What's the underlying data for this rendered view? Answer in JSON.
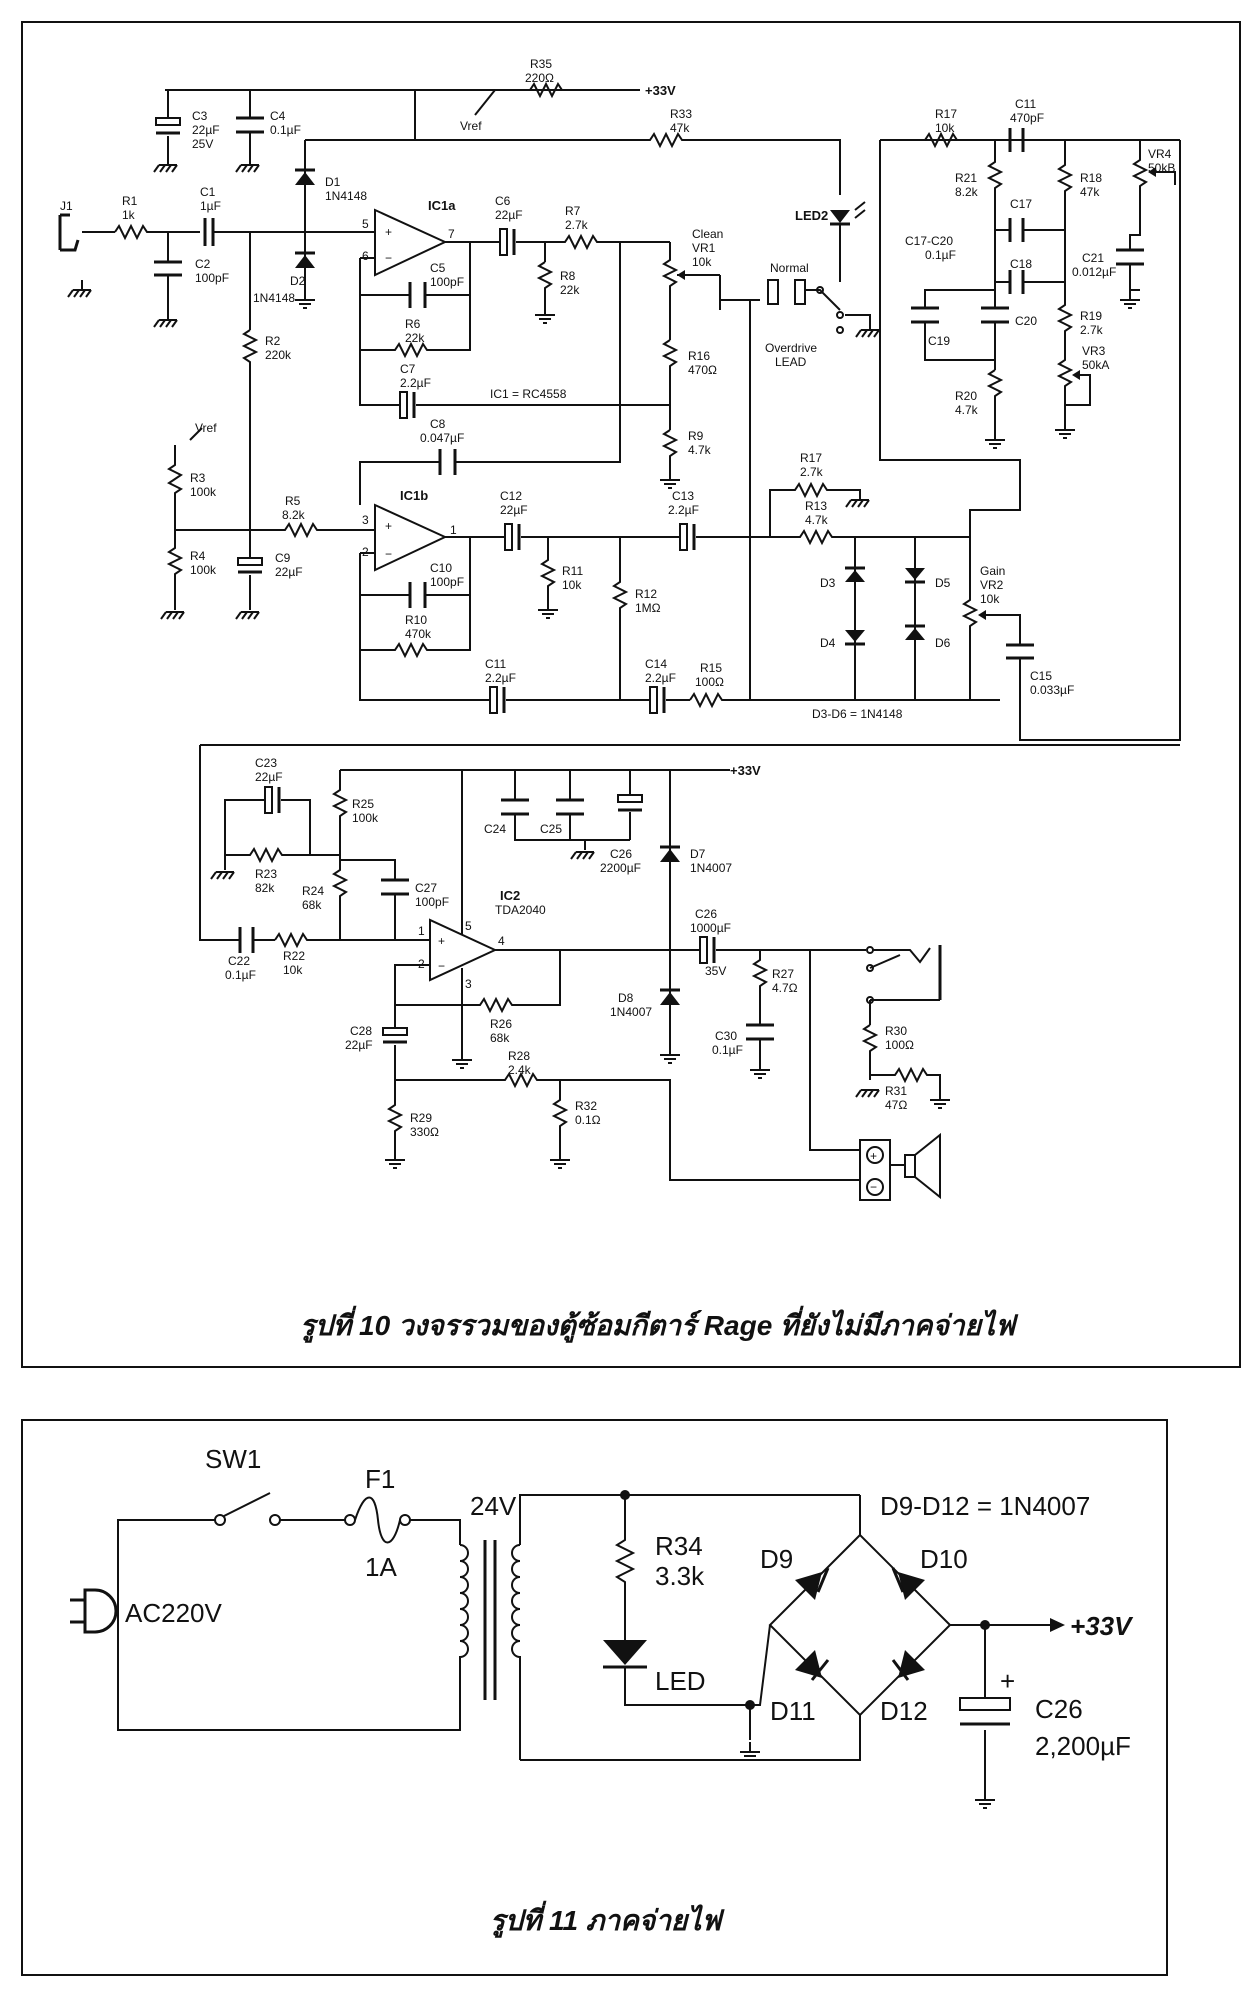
{
  "fig10": {
    "caption": "รูปที่ 10 วงจรรวมของตู้ซ้อมกีตาร์ Rage ที่ยังไม่มีภาคจ่ายไฟ",
    "components": {
      "J1": "J1",
      "R1": "R1",
      "R1v": "1k",
      "C1": "C1",
      "C1v": "1µF",
      "C2": "C2",
      "C2v": "100pF",
      "C3": "C3",
      "C3v": "22µF",
      "C3v2": "25V",
      "C4": "C4",
      "C4v": "0.1µF",
      "D1": "D1",
      "D1v": "1N4148",
      "D2": "D2",
      "D2v": "1N4148",
      "R2": "R2",
      "R2v": "220k",
      "R3": "R3",
      "R3v": "100k",
      "R4": "R4",
      "R4v": "100k",
      "R5": "R5",
      "R5v": "8.2k",
      "C9": "C9",
      "C9v": "22µF",
      "R35": "R35",
      "R35v": "220Ω",
      "vref1": "Vref",
      "vref2": "Vref",
      "plus33_a": "+33V",
      "R33": "R33",
      "R33v": "47k",
      "IC1a": "IC1a",
      "C5": "C5",
      "C5v": "100pF",
      "R6": "R6",
      "R6v": "22k",
      "C7": "C7",
      "C7v": "2.2µF",
      "C6": "C6",
      "C6v": "22µF",
      "R7": "R7",
      "R7v": "2.7k",
      "R8": "R8",
      "R8v": "22k",
      "clean": "Clean",
      "VR1": "VR1",
      "VR1v": "10k",
      "normal": "Normal",
      "overdrive": "Overdrive",
      "lead": "LEAD",
      "LED2": "LED2",
      "R16": "R16",
      "R16v": "470Ω",
      "R9": "R9",
      "R9v": "4.7k",
      "ic1": "IC1 = RC4558",
      "C8": "C8",
      "C8v": "0.047µF",
      "IC1b": "IC1b",
      "C10": "C10",
      "C10v": "100pF",
      "R10": "R10",
      "R10v": "470k",
      "C12": "C12",
      "C12v": "22µF",
      "R11": "R11",
      "R11v": "10k",
      "R12": "R12",
      "R12v": "1MΩ",
      "C13": "C13",
      "C13v": "2.2µF",
      "C11b": "C11",
      "C11bv": "2.2µF",
      "C14": "C14",
      "C14v": "2.2µF",
      "R15": "R15",
      "R15v": "100Ω",
      "R17b": "R17",
      "R17bv": "2.7k",
      "R13": "R13",
      "R13v": "4.7k",
      "D3": "D3",
      "D4": "D4",
      "D5": "D5",
      "D6": "D6",
      "d36": "D3-D6 = 1N4148",
      "gain": "Gain",
      "VR2": "VR2",
      "VR2v": "10k",
      "C15": "C15",
      "C15v": "0.033µF",
      "R17": "R17",
      "R17v": "10k",
      "C11": "C11",
      "C11v": "470pF",
      "R21": "R21",
      "R21v": "8.2k",
      "R18": "R18",
      "R18v": "47k",
      "C17": "C17",
      "c1720": "C17-C20",
      "c1720v": "0.1µF",
      "C18": "C18",
      "C19": "C19",
      "C20": "C20",
      "R20": "R20",
      "R20v": "4.7k",
      "R19": "R19",
      "R19v": "2.7k",
      "VR3": "VR3",
      "VR3v": "50kA",
      "VR4": "VR4",
      "VR4v": "50kB",
      "C21": "C21",
      "C21v": "0.012µF",
      "C23": "C23",
      "C23v": "22µF",
      "R25": "R25",
      "R25v": "100k",
      "R23": "R23",
      "R23v": "82k",
      "R24": "R24",
      "R24v": "68k",
      "C27": "C27",
      "C27v": "100pF",
      "IC2": "IC2",
      "IC2v": "TDA2040",
      "C22": "C22",
      "C22v": "0.1µF",
      "R22": "R22",
      "R22v": "10k",
      "C24": "C24",
      "C25": "C25",
      "C26": "C26",
      "C26v": "2200µF",
      "plus33_b": "+33V",
      "D7": "D7",
      "D7v": "1N4007",
      "D8": "D8",
      "D8v": "1N4007",
      "C26o": "C26",
      "C26ov": "1000µF",
      "C26ov2": "35V",
      "R27": "R27",
      "R27v": "4.7Ω",
      "C30": "C30",
      "C30v": "0.1µF",
      "R26": "R26",
      "R26v": "68k",
      "C28": "C28",
      "C28v": "22µF",
      "R28": "R28",
      "R28v": "2.4k",
      "R29": "R29",
      "R29v": "330Ω",
      "R32": "R32",
      "R32v": "0.1Ω",
      "R30": "R30",
      "R30v": "100Ω",
      "R31": "R31",
      "R31v": "47Ω",
      "pin1": "1",
      "pin2": "2",
      "pin3": "3",
      "pin5": "5",
      "pin6": "6",
      "pin7": "7",
      "pin2b": "2",
      "pin3b": "3",
      "pin1b": "1",
      "pin1c": "1",
      "pin2c": "2",
      "pin3c": "3",
      "pin4c": "4",
      "pin5c": "5"
    }
  },
  "fig11": {
    "caption": "รูปที่ 11 ภาคจ่ายไฟ",
    "SW1": "SW1",
    "F1": "F1",
    "F1v": "1A",
    "ac": "AC220V",
    "v24": "24V",
    "R34": "R34",
    "R34v": "3.3k",
    "LED": "LED",
    "d912": "D9-D12 = 1N4007",
    "D9": "D9",
    "D10": "D10",
    "D11": "D11",
    "D12": "D12",
    "plus33": "+33V",
    "C26": "C26",
    "C26v": "2,200µF"
  }
}
